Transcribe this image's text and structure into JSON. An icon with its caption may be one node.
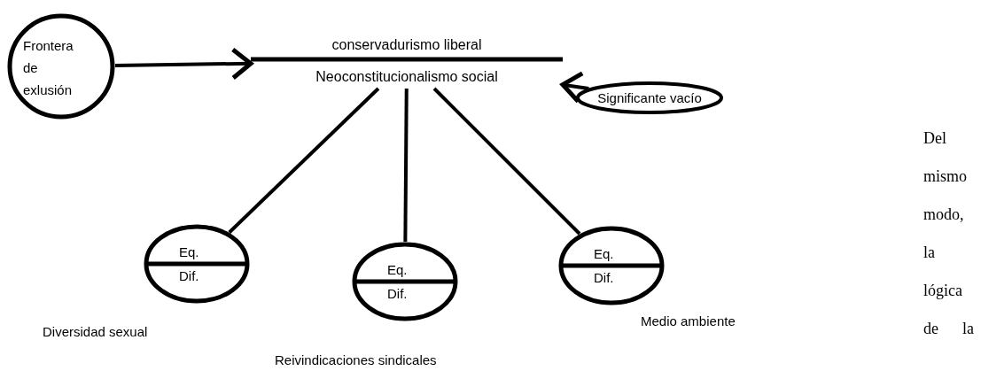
{
  "diagram": {
    "nodes": [
      {
        "text": [
          "Frontera de exlusión"
        ]
      },
      {
        "text": [
          "conservadurismo liberal",
          "Neoconstitucionalismo social"
        ]
      },
      {
        "text": [
          "Significante vacío"
        ]
      },
      {
        "text": [
          "Eq.",
          "Dif."
        ],
        "beside": [
          "Diversidad sexual"
        ]
      },
      {
        "text": [
          "Eq.",
          "Dif."
        ],
        "beside": [
          "Reivindicaciones sindicales"
        ]
      },
      {
        "text": [
          "Eq.",
          "Dif."
        ],
        "beside": [
          "Medio ambiente"
        ]
      }
    ],
    "edges": [
      {
        "from": 0,
        "to": 1,
        "arrow": "to"
      },
      {
        "from": 2,
        "to": 1,
        "arrow": "to"
      },
      {
        "from": 1,
        "to": 3,
        "arrow": "none"
      },
      {
        "from": 1,
        "to": 4,
        "arrow": "none"
      },
      {
        "from": 1,
        "to": 5,
        "arrow": "none"
      }
    ],
    "labels": [
      "Del mismo modo, la lógica de la"
    ]
  }
}
